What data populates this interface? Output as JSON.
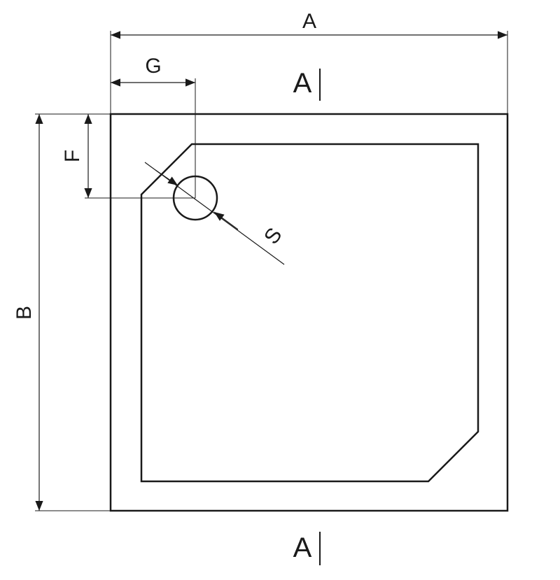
{
  "labels": {
    "width": "A",
    "depth": "B",
    "waste_offset_y": "F",
    "waste_offset_x": "G",
    "diameter": "S",
    "section_top": "A",
    "section_bottom": "A"
  },
  "colors": {
    "line": "#1a1a1a",
    "background": "#ffffff"
  }
}
